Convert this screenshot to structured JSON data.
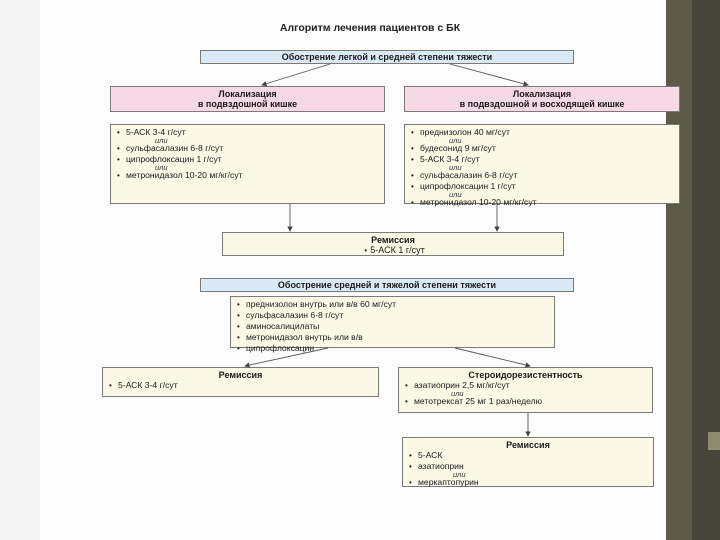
{
  "title": "Алгоритм лечения пациентов с БК",
  "exac_mild": "Обострение легкой и средней степени тяжести",
  "loc_ileum": [
    "Локализация",
    "в подвздошной кишке"
  ],
  "loc_ileocolon": [
    "Локализация",
    "в подвздошной и восходящей кишке"
  ],
  "or_word": "или",
  "left_list": [
    "5-АСК 3-4 г/сут",
    "сульфасалазин 6-8 г/сут",
    "ципрофлоксацин 1 г/сут",
    "метронидазол 10-20 мг/кг/сут"
  ],
  "right_list": [
    "преднизолон 40 мг/сут",
    "будесонид 9 мг/сут",
    "5-АСК 3-4 г/сут",
    "сульфасалазин 6-8 г/сут",
    "ципрофлоксацин 1 г/сут",
    "метронидазол 10-20 мг/кг/сут"
  ],
  "remission1_title": "Ремиссия",
  "remission1_item": "5-АСК 1 г/сут",
  "exac_severe": "Обострение средней и тяжелой степени тяжести",
  "severe_list": [
    "преднизолон внутрь или в/в 60 мг/сут",
    "сульфасалазин 6-8 г/сут",
    "аминосалицилаты",
    "метронидазол внутрь или в/в",
    "ципрофлоксацин"
  ],
  "remission2_title": "Ремиссия",
  "remission2_item": "5-АСК 3-4 г/сут",
  "steroid_title": "Стероидорезистентность",
  "steroid_list": [
    "азатиоприн 2,5 мг/кг/сут",
    "метотрексат 25 мг 1 раз/неделю"
  ],
  "remission3_title": "Ремиссия",
  "remission3_list": [
    "5-АСК",
    "азатиоприн",
    "меркаптопурин"
  ],
  "colors": {
    "blue_box": "#dbe9f6",
    "pink_box": "#f7d9e6",
    "cream_box": "#fbf8e6",
    "frame_dark": "#5c5a47"
  }
}
